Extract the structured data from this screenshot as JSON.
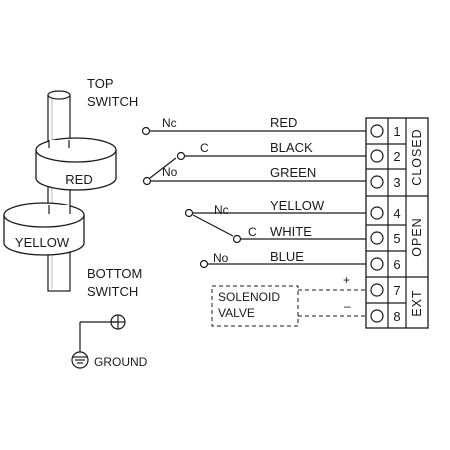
{
  "switches": {
    "top_label": [
      "TOP",
      "SWITCH"
    ],
    "bottom_label": [
      "BOTTOM",
      "SWITCH"
    ],
    "red_cam": "RED",
    "yellow_cam": "YELLOW"
  },
  "contacts": {
    "top_nc": "Nc",
    "top_c": "C",
    "top_no": "No",
    "bottom_nc": "Nc",
    "bottom_c": "C",
    "bottom_no": "No"
  },
  "wires": [
    "RED",
    "BLACK",
    "GREEN",
    "YELLOW",
    "WHITE",
    "BLUE"
  ],
  "terminals": [
    "1",
    "2",
    "3",
    "4",
    "5",
    "6",
    "7",
    "8"
  ],
  "groups": {
    "closed": "CLOSED",
    "open": "OPEN",
    "ext": "EXT"
  },
  "solenoid": {
    "line1": "SOLENOID",
    "line2": "VALVE",
    "plus": "+",
    "minus": "–"
  },
  "ground": "GROUND"
}
